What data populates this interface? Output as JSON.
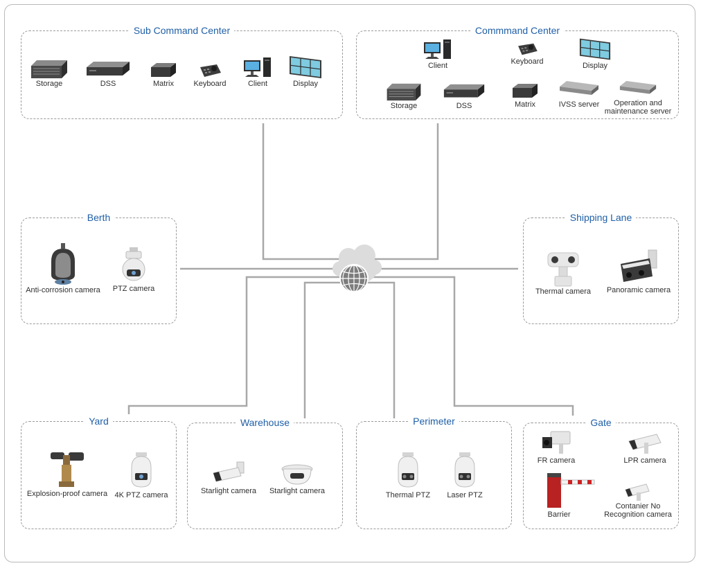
{
  "groups": {
    "sub_command_center": {
      "title": "Sub Command Center",
      "items": [
        "Storage",
        "DSS",
        "Matrix",
        "Keyboard",
        "Client",
        "Display"
      ]
    },
    "command_center": {
      "title": "Commmand Center",
      "items": [
        "Client",
        "Keyboard",
        "Display",
        "Storage",
        "DSS",
        "Matrix",
        "IVSS server",
        "Operation and maintenance server"
      ]
    },
    "berth": {
      "title": "Berth",
      "items": [
        "Anti-corrosion camera",
        "PTZ camera"
      ]
    },
    "shipping_lane": {
      "title": "Shipping Lane",
      "items": [
        "Thermal camera",
        "Panoramic camera"
      ]
    },
    "yard": {
      "title": "Yard",
      "items": [
        "Explosion-proof camera",
        "4K PTZ camera"
      ]
    },
    "warehouse": {
      "title": "Warehouse",
      "items": [
        "Starlight camera",
        "Starlight camera"
      ]
    },
    "perimeter": {
      "title": "Perimeter",
      "items": [
        "Thermal PTZ",
        "Laser PTZ"
      ]
    },
    "gate": {
      "title": "Gate",
      "items": [
        "FR camera",
        "LPR camera",
        "Barrier",
        "Contanier No Recognition camera"
      ]
    }
  },
  "colors": {
    "title_blue": "#1f5fa6",
    "line_gray": "#a8a8a8",
    "device_dark": "#3a3a3a",
    "device_light": "#e9e9e9"
  },
  "hub_icon": "cloud-globe-icon"
}
